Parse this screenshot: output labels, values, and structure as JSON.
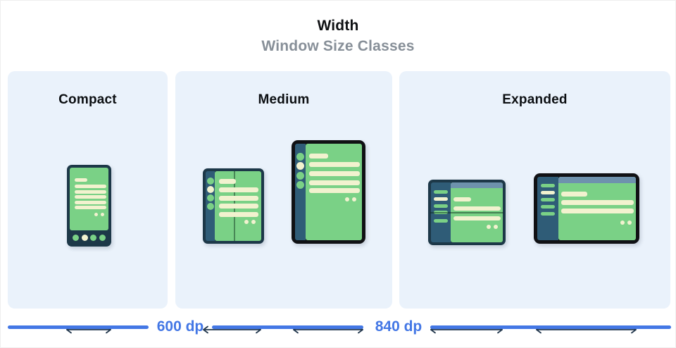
{
  "header": {
    "title": "Width",
    "subtitle": "Window Size Classes"
  },
  "panels": [
    {
      "id": "compact",
      "label": "Compact",
      "devices": [
        {
          "name": "phone-portrait"
        }
      ]
    },
    {
      "id": "medium",
      "label": "Medium",
      "devices": [
        {
          "name": "foldable-portrait"
        },
        {
          "name": "tablet-portrait"
        }
      ]
    },
    {
      "id": "expanded",
      "label": "Expanded",
      "devices": [
        {
          "name": "foldable-landscape"
        },
        {
          "name": "tablet-landscape"
        }
      ]
    }
  ],
  "ruler": {
    "breakpoints": [
      {
        "label": "600 dp"
      },
      {
        "label": "840 dp"
      }
    ]
  },
  "colors": {
    "panel_bg": "#EAF2FB",
    "frame_navy": "#1D3848",
    "frame_black": "#101114",
    "slate": "#2F5C77",
    "green": "#7AD186",
    "cream": "#F2F2CF",
    "appbar": "#6E92AD",
    "blue": "#4377E5",
    "gray": "#878F98",
    "title": "#0F1113",
    "arrow": "#22374D"
  }
}
